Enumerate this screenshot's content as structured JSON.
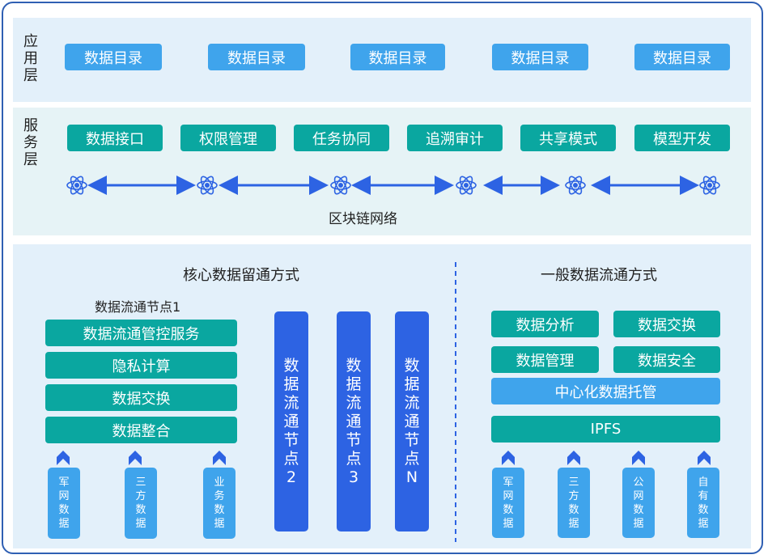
{
  "app_layer": {
    "label": "应用层",
    "items": [
      "数据目录",
      "数据目录",
      "数据目录",
      "数据目录",
      "数据目录"
    ]
  },
  "service_layer": {
    "label": "服务层",
    "items": [
      "数据接口",
      "权限管理",
      "任务协同",
      "追溯审计",
      "共享模式",
      "模型开发"
    ],
    "network_label": "区块链网络",
    "node_icon": "atom-icon"
  },
  "core": {
    "title": "核心数据留通方式",
    "node1_title": "数据流通节点1",
    "node1_stack": [
      "数据流通管控服务",
      "隐私计算",
      "数据交换",
      "数据整合"
    ],
    "sources": [
      "军网数据",
      "三方数据",
      "业务数据"
    ],
    "nodes": [
      "数据流通节点2",
      "数据流通节点3",
      "数据流通节点N"
    ]
  },
  "general": {
    "title": "一般数据流通方式",
    "grid": [
      "数据分析",
      "数据交换",
      "数据管理",
      "数据安全"
    ],
    "hosting": "中心化数据托管",
    "ipfs": "IPFS",
    "sources": [
      "军网数据",
      "三方数据",
      "公网数据",
      "自有数据"
    ]
  },
  "colors": {
    "border": "#2f5fb3",
    "panel": "#e3f0fa",
    "light_blue": "#3fa4ec",
    "teal": "#0aa7a0",
    "dark_blue": "#2d63e3"
  }
}
